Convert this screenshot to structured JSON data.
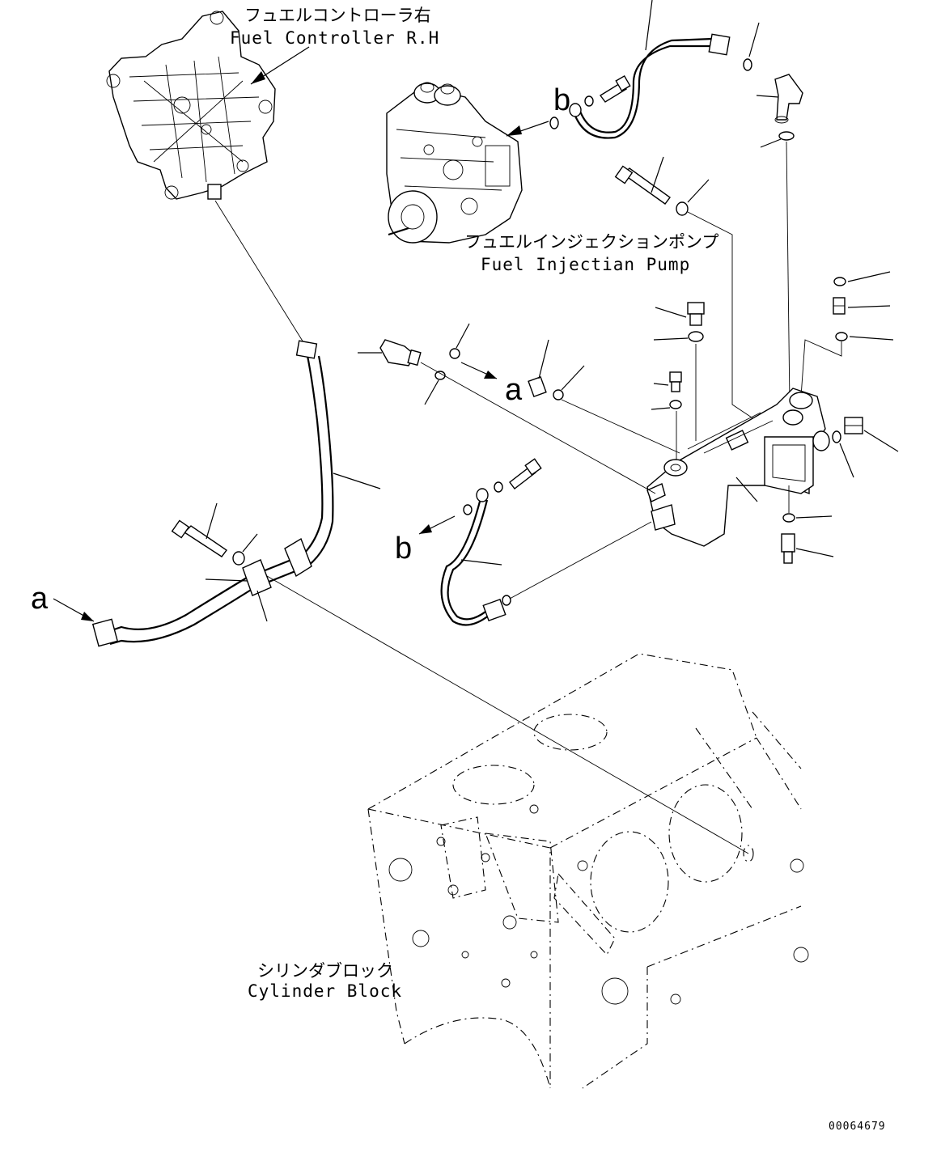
{
  "labels": {
    "fuel_controller_jp": "フュエルコントローラ右",
    "fuel_controller_en": "Fuel Controller R.H",
    "fuel_pump_jp": "フュエルインジェクションポンプ",
    "fuel_pump_en": "Fuel Injectian Pump",
    "cylinder_block_jp": "シリンダブロック",
    "cylinder_block_en": "Cylinder Block"
  },
  "refs": {
    "a_left": "a",
    "a_mid": "a",
    "b_top": "b",
    "b_bottom": "b"
  },
  "document_number": "00064679"
}
